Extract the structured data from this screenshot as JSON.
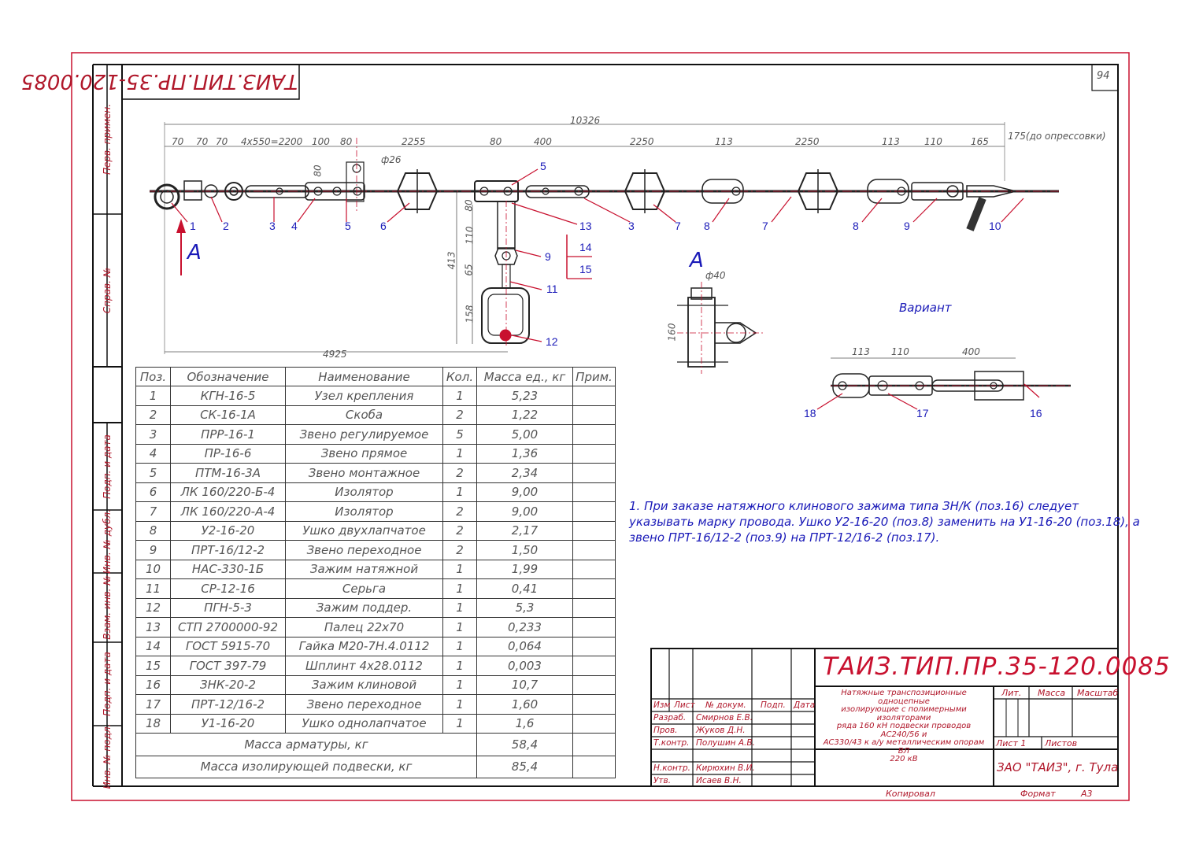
{
  "doc": {
    "code": "ТАИЗ.ТИП.ПР.35-120.0085",
    "code_mirrored": "ТАИЗ.ТИП.ПР.35-120.0085",
    "page_number": "94",
    "variant_label": "Вариант",
    "view_label": "А",
    "view_label_main": "А",
    "note": [
      "1. При заказе натяжного клинового зажима типа ЗН/К (поз.16) следует",
      "указывать марку провода. Ушко У2-16-20 (поз.8) заменить на У1-16-20 (поз.18), а",
      "звено ПРТ-16/12-2 (поз.9) на ПРТ-12/16-2 (поз.17)."
    ]
  },
  "side_stamp": {
    "perv_primen": "Перв. примен.",
    "sprav_no": "Справ. №",
    "podp_data_1": "Подп. и дата",
    "inv_dubl": "Инв. № дубл.",
    "vzam_inv": "Взам. инв. №",
    "podp_data_2": "Подп. и дата",
    "inv_podl": "Инв. № подл."
  },
  "dimensions": {
    "overall": "10326",
    "d70a": "70",
    "d70b": "70",
    "d70c": "70",
    "d4x550": "4x550=2200",
    "d100": "100",
    "d80": "80",
    "d26": "ф26",
    "d80v": "80",
    "d2255": "2255",
    "d80b": "80",
    "d400": "400",
    "d2250": "2250",
    "d113a": "113",
    "d2250b": "2250",
    "d113b": "113",
    "d110": "110",
    "d165": "165",
    "d175": "175(до опрессовки)",
    "d413": "413",
    "d80c": "80",
    "d110v": "110",
    "d65": "65",
    "d158": "158",
    "d4925": "4925",
    "d40": "ф40",
    "d160": "160",
    "v113": "113",
    "v110": "110",
    "v400": "400"
  },
  "callouts": [
    {
      "n": "1"
    },
    {
      "n": "2"
    },
    {
      "n": "3"
    },
    {
      "n": "4"
    },
    {
      "n": "5"
    },
    {
      "n": "6"
    },
    {
      "n": "5"
    },
    {
      "n": "13"
    },
    {
      "n": "3"
    },
    {
      "n": "7"
    },
    {
      "n": "8"
    },
    {
      "n": "7"
    },
    {
      "n": "8"
    },
    {
      "n": "9"
    },
    {
      "n": "10"
    },
    {
      "n": "9"
    },
    {
      "n": "14"
    },
    {
      "n": "15"
    },
    {
      "n": "11"
    },
    {
      "n": "12"
    },
    {
      "n": "18"
    },
    {
      "n": "17"
    },
    {
      "n": "16"
    }
  ],
  "spec": {
    "headers": [
      "Поз.",
      "Обозначение",
      "Наименование",
      "Кол.",
      "Масса ед., кг",
      "Прим."
    ],
    "rows": [
      [
        "1",
        "КГН-16-5",
        "Узел крепления",
        "1",
        "5,23"
      ],
      [
        "2",
        "СК-16-1А",
        "Скоба",
        "2",
        "1,22"
      ],
      [
        "3",
        "ПРР-16-1",
        "Звено регулируемое",
        "5",
        "5,00"
      ],
      [
        "4",
        "ПР-16-6",
        "Звено прямое",
        "1",
        "1,36"
      ],
      [
        "5",
        "ПТМ-16-3А",
        "Звено монтажное",
        "2",
        "2,34"
      ],
      [
        "6",
        "ЛК 160/220-Б-4",
        "Изолятор",
        "1",
        "9,00"
      ],
      [
        "7",
        "ЛК 160/220-А-4",
        "Изолятор",
        "2",
        "9,00"
      ],
      [
        "8",
        "У2-16-20",
        "Ушко двухлапчатое",
        "2",
        "2,17"
      ],
      [
        "9",
        "ПРТ-16/12-2",
        "Звено переходное",
        "2",
        "1,50"
      ],
      [
        "10",
        "НАС-330-1Б",
        "Зажим натяжной",
        "1",
        "1,99"
      ],
      [
        "11",
        "СР-12-16",
        "Серьга",
        "1",
        "0,41"
      ],
      [
        "12",
        "ПГН-5-3",
        "Зажим поддер.",
        "1",
        "5,3"
      ],
      [
        "13",
        "СТП 2700000-92",
        "Палец 22х70",
        "1",
        "0,233"
      ],
      [
        "14",
        "ГОСТ 5915-70",
        "Гайка М20-7Н.4.0112",
        "1",
        "0,064"
      ],
      [
        "15",
        "ГОСТ 397-79",
        "Шплинт 4х28.0112",
        "1",
        "0,003"
      ],
      [
        "16",
        "ЗНК-20-2",
        "Зажим клиновой",
        "1",
        "10,7"
      ],
      [
        "17",
        "ПРТ-12/16-2",
        "Звено переходное",
        "1",
        "1,60"
      ],
      [
        "18",
        "У1-16-20",
        "Ушко однолапчатое",
        "1",
        "1,6"
      ]
    ],
    "total_fittings_label": "Масса арматуры, кг",
    "total_fittings": "58,4",
    "total_suspension_label": "Масса изолирующей подвески, кг",
    "total_suspension": "85,4"
  },
  "titleblock": {
    "code": "ТАИЗ.ТИП.ПР.35-120.0085",
    "title_lines": [
      "Натяжные транспозиционные одноцепные",
      "изолирующие с полимерными изоляторами",
      "ряда 160 кН подвески проводов АС240/56 и",
      "АС330/43 к а/у металлическим опорам ВЛ",
      "220 кВ"
    ],
    "col_izm": "Изм",
    "col_list": "Лист",
    "col_dokum": "№ докум.",
    "col_podp": "Подп.",
    "col_data": "Дата",
    "lit": "Лит.",
    "massa": "Масса",
    "masshtab": "Масштаб",
    "list_no": "Лист  1",
    "listov": "Листов",
    "company": "ЗАО \"ТАИЗ\", г. Тула",
    "roles": [
      {
        "role": "Разраб.",
        "name": "Смирнов Е.В."
      },
      {
        "role": "Пров.",
        "name": "Жуков Д.Н."
      },
      {
        "role": "Т.контр.",
        "name": "Полушин А.В."
      },
      {
        "role": "",
        "name": ""
      },
      {
        "role": "Н.контр.",
        "name": "Кирюхин В.И."
      },
      {
        "role": "Утв.",
        "name": "Исаев В.Н."
      }
    ],
    "kopiroval": "Копировал",
    "format_label": "Формат",
    "format_value": "А3"
  },
  "colors": {
    "frame_red": "#c8102e",
    "line_black": "#111111",
    "callout_blue": "#1a1ab8",
    "text_red": "#b0172a",
    "dim_gray": "#555555"
  }
}
